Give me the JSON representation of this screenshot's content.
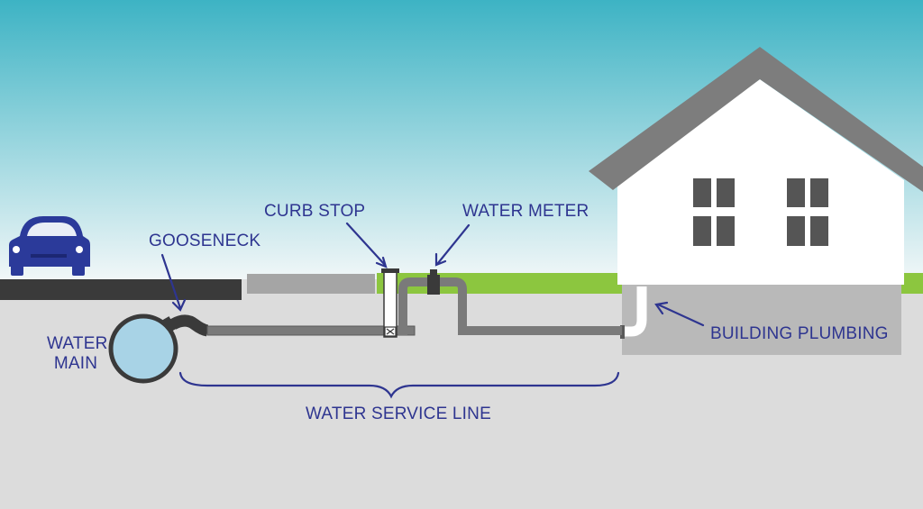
{
  "labels": {
    "gooseneck": "GOOSENECK",
    "curb_stop": "CURB STOP",
    "water_meter": "WATER METER",
    "water_main_line1": "WATER",
    "water_main_line2": "MAIN",
    "building_plumbing": "BUILDING PLUMBING",
    "water_service_line": "WATER SERVICE LINE"
  },
  "colors": {
    "sky_top": "#3db3c4",
    "sky_bottom": "#f2f7f8",
    "ground": "#dcdcdc",
    "road": "#3a3a3a",
    "sidewalk": "#a5a5a5",
    "grass": "#8cc63f",
    "pipe": "#7a7a7a",
    "pipe_outline": "#5a5a5a",
    "house_wall": "#ffffff",
    "roof": "#7d7d7d",
    "window": "#555555",
    "basement": "#b9b9b9",
    "car": "#2b3a9a",
    "water": "#a8d3e6",
    "label_text": "#2e3590"
  },
  "icons": [
    "car-icon",
    "house-icon",
    "water-main-pipe-icon"
  ]
}
